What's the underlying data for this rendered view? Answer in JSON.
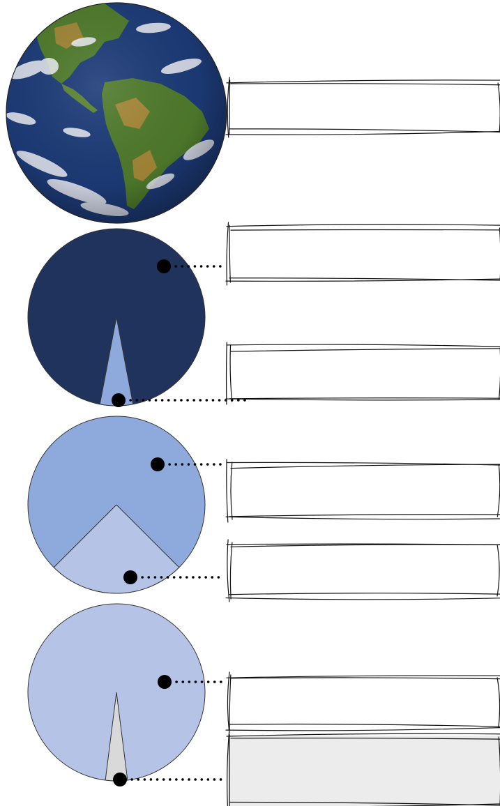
{
  "colors": {
    "background": "#ffffff",
    "stroke": "#111111",
    "dot": "#000000",
    "earth_ocean": "#1d3b78",
    "earth_land": "#4f7b2c",
    "earth_desert": "#b38a3a",
    "earth_cloud": "#f2f4f8",
    "chart1_major": "#1f335c",
    "chart1_minor": "#8ea9db",
    "chart2_major": "#8ea9db",
    "chart2_minor": "#b4c3e6",
    "chart3_major": "#b4c3e6",
    "chart3_minor": "#d9d9d9",
    "box_fill": "#ffffff",
    "last_box_fill": "#ececec"
  },
  "icons": {
    "earth": "earth-globe-icon"
  },
  "labels": {
    "box_1": "",
    "box_2": "",
    "box_3": "",
    "box_4": "",
    "box_5": "",
    "box_6": "",
    "box_7": ""
  },
  "chart_data": [
    {
      "type": "pie",
      "title": "",
      "slices": [
        {
          "name": "",
          "value": 94,
          "color": "#1f335c"
        },
        {
          "name": "",
          "value": 6,
          "color": "#8ea9db"
        }
      ]
    },
    {
      "type": "pie",
      "title": "",
      "slices": [
        {
          "name": "",
          "value": 75,
          "color": "#8ea9db"
        },
        {
          "name": "",
          "value": 25,
          "color": "#b4c3e6"
        }
      ]
    },
    {
      "type": "pie",
      "title": "",
      "slices": [
        {
          "name": "",
          "value": 96,
          "color": "#b4c3e6"
        },
        {
          "name": "",
          "value": 4,
          "color": "#d9d9d9"
        }
      ]
    }
  ]
}
